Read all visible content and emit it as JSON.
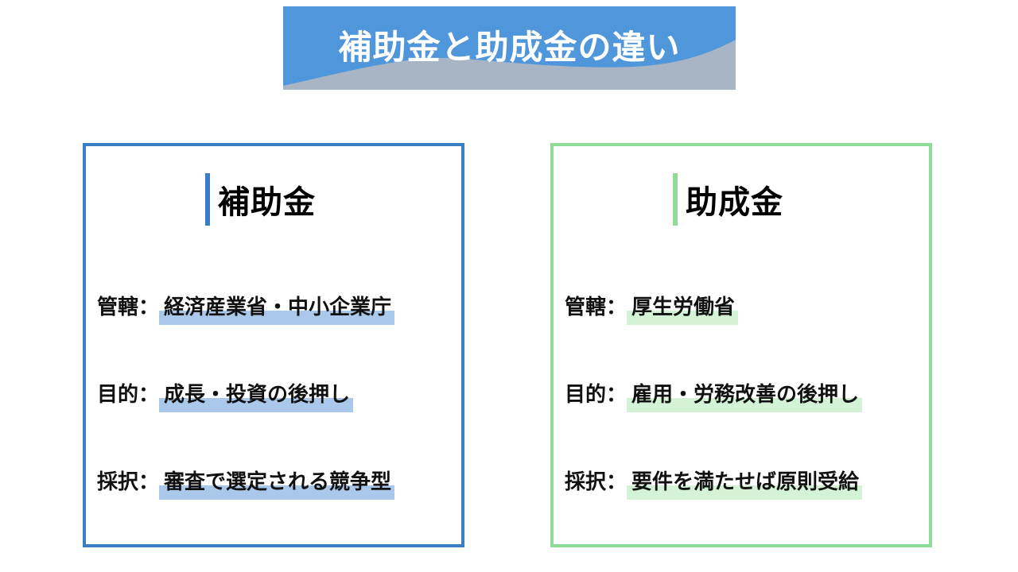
{
  "banner": {
    "title": "補助金と助成金の違い",
    "colors": {
      "top": "#4f96db",
      "bottom": "#a7b5c5"
    }
  },
  "panels": [
    {
      "id": "hojokin",
      "heading": "補助金",
      "accent": "#3a7fc4",
      "highlight": "#a9c8ea",
      "rows": [
        {
          "label": "管轄：",
          "value": "経済産業省・中小企業庁"
        },
        {
          "label": "目的：",
          "value": "成長・投資の後押し"
        },
        {
          "label": "採択：",
          "value": "審査で選定される競争型"
        }
      ]
    },
    {
      "id": "joseikin",
      "heading": "助成金",
      "accent": "#8fdc98",
      "highlight": "#d3f2d6",
      "rows": [
        {
          "label": "管轄：",
          "value": "厚生労働省"
        },
        {
          "label": "目的：",
          "value": "雇用・労務改善の後押し"
        },
        {
          "label": "採択：",
          "value": "要件を満たせば原則受給"
        }
      ]
    }
  ]
}
